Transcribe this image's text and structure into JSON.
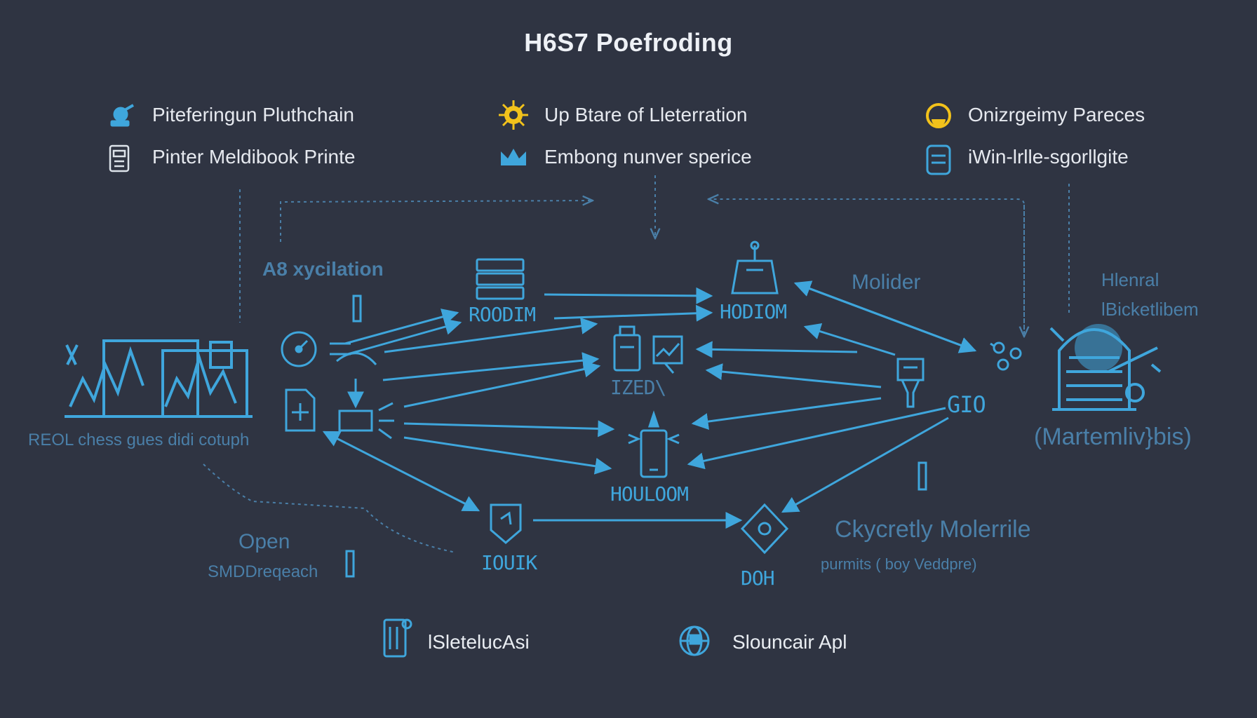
{
  "title": "H6S7 Poefroding",
  "colors": {
    "background": "#2f3442",
    "accent": "#3fa6dc",
    "accent_dim": "#4a7fa8",
    "yellow": "#f2c21b",
    "text": "#e6e9ef"
  },
  "legend": [
    {
      "icon": "robot-arm-icon",
      "label": "Piteferingun Pluthchain"
    },
    {
      "icon": "sun-gear-icon",
      "label": "Up Btare of Lleterration"
    },
    {
      "icon": "yellow-circle-icon",
      "label": "Onizrgeimy Pareces"
    },
    {
      "icon": "calculator-icon",
      "label": "Pinter Meldibook Printe"
    },
    {
      "icon": "crown-icon",
      "label": "Embong nunver sperice"
    },
    {
      "icon": "server-case-icon",
      "label": "iWin-lrlle-sgorllgite"
    }
  ],
  "nodes": {
    "chart_cluster_label": "REOL chess gues didi cotuph",
    "a8_label": "A8 xycilation",
    "roodim_label": "ROODIM",
    "hodiom_label": "HODIOM",
    "ized_label": "IZED\\",
    "houloom_label": "HOULOOM",
    "molider_label": "Molider",
    "gio_label": "GIO",
    "hlenral_label": "Hlenral",
    "bicketlibem_label": "lBicketlibem",
    "martemliv_label": "(Martemliv}bis)",
    "ckycretly_label": "Ckycretly Molerrile",
    "pumits_label": "purmits ( boy Veddpre)",
    "open_label": "Open",
    "smdd_label": "SMDDreqeach",
    "iouik_label": "IOUIK",
    "doh_label": "DOH"
  },
  "footer": [
    {
      "icon": "phone-tower-icon",
      "label": "lSletelucAsi"
    },
    {
      "icon": "globe-gear-icon",
      "label": "Slouncair Apl"
    }
  ]
}
